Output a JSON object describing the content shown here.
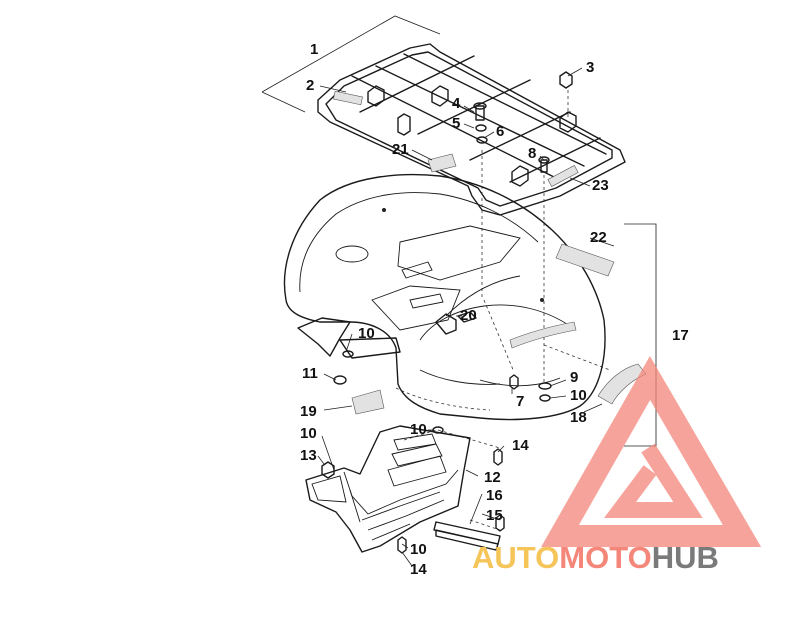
{
  "callouts": [
    {
      "id": "c1",
      "label": "1"
    },
    {
      "id": "c2",
      "label": "2"
    },
    {
      "id": "c3",
      "label": "3"
    },
    {
      "id": "c4",
      "label": "4"
    },
    {
      "id": "c5",
      "label": "5"
    },
    {
      "id": "c6",
      "label": "6"
    },
    {
      "id": "c8",
      "label": "8"
    },
    {
      "id": "c21",
      "label": "21"
    },
    {
      "id": "c23",
      "label": "23"
    },
    {
      "id": "c22",
      "label": "22"
    },
    {
      "id": "c17",
      "label": "17"
    },
    {
      "id": "c20",
      "label": "20"
    },
    {
      "id": "c10a",
      "label": "10"
    },
    {
      "id": "c11",
      "label": "11"
    },
    {
      "id": "c9",
      "label": "9"
    },
    {
      "id": "c10b",
      "label": "10"
    },
    {
      "id": "c7",
      "label": "7"
    },
    {
      "id": "c18",
      "label": "18"
    },
    {
      "id": "c19",
      "label": "19"
    },
    {
      "id": "c10c",
      "label": "10"
    },
    {
      "id": "c10d",
      "label": "10"
    },
    {
      "id": "c14a",
      "label": "14"
    },
    {
      "id": "c13",
      "label": "13"
    },
    {
      "id": "c12",
      "label": "12"
    },
    {
      "id": "c16",
      "label": "16"
    },
    {
      "id": "c15",
      "label": "15"
    },
    {
      "id": "c10e",
      "label": "10"
    },
    {
      "id": "c14b",
      "label": "14"
    }
  ],
  "watermark": {
    "part1": "AUTO",
    "part2": "MOTO",
    "part3": "HUB",
    "color_primary": "#f4867a",
    "color_secondary": "#f6c55a",
    "color_tertiary": "#7a7a7a"
  }
}
